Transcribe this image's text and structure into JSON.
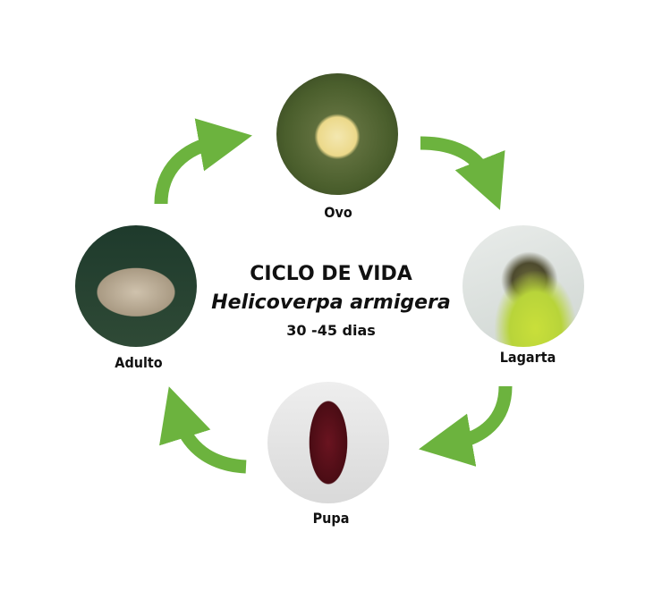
{
  "title": {
    "line1": "CICLO DE VIDA",
    "species": "Helicoverpa armigera",
    "duration": "30 -45 dias"
  },
  "stages": [
    {
      "label": "Ovo"
    },
    {
      "label": "Lagarta"
    },
    {
      "label": "Pupa"
    },
    {
      "label": "Adulto"
    }
  ],
  "colors": {
    "arrow": "#6cb33e"
  }
}
